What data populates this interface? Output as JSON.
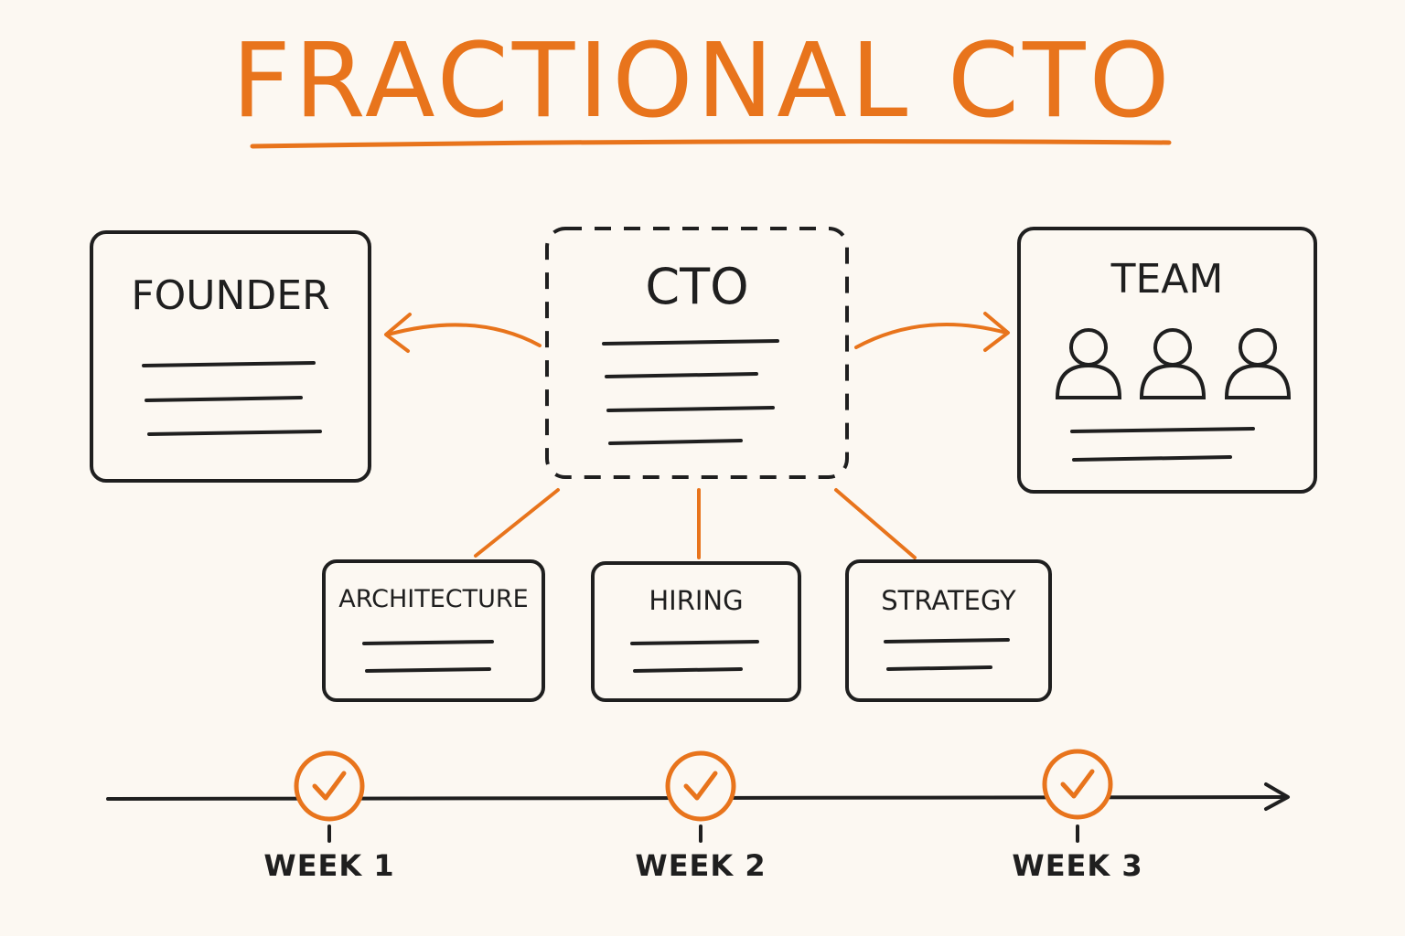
{
  "title": "FRACTIONAL CTO",
  "colors": {
    "accent": "#e8741c",
    "ink": "#1f1f1f",
    "background": "#fcf8f2"
  },
  "nodes": {
    "founder": {
      "label": "FOUNDER"
    },
    "cto": {
      "label": "CTO"
    },
    "team": {
      "label": "TEAM",
      "icon": "person-icon"
    },
    "architecture": {
      "label": "ARCHITECTURE"
    },
    "hiring": {
      "label": "HIRING"
    },
    "strategy": {
      "label": "STRATEGY"
    }
  },
  "timeline": {
    "milestones": [
      {
        "label": "WEEK 1",
        "icon": "check-circle-icon"
      },
      {
        "label": "WEEK 2",
        "icon": "check-circle-icon"
      },
      {
        "label": "WEEK 3",
        "icon": "check-circle-icon"
      }
    ]
  }
}
